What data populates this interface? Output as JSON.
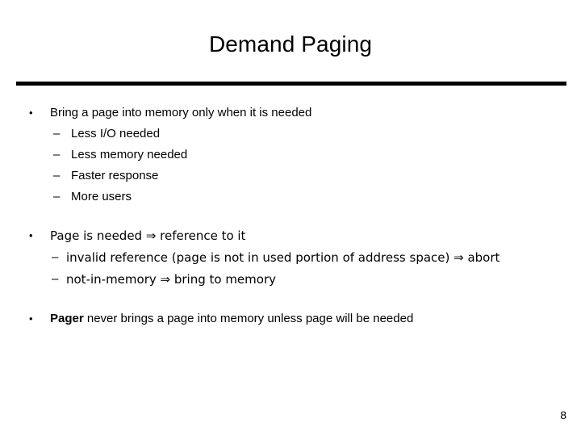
{
  "slide": {
    "title": "Demand Paging",
    "page_number": "8",
    "text_color": "#000000",
    "background_color": "#ffffff",
    "rule_color": "#000000"
  },
  "content": {
    "groups": [
      {
        "bullet_marker": "•",
        "text": "Bring a page into memory only when it is needed",
        "bold_lead": "",
        "sub_marker": "–",
        "sub_items": [
          "Less I/O needed",
          "Less memory needed",
          "Faster response",
          "More users"
        ]
      },
      {
        "bullet_marker": "•",
        "text": "Page is needed ⇒ reference to it",
        "bold_lead": "",
        "sub_marker": "–",
        "sub_items": [
          "invalid reference (page is not in used portion of address space) ⇒ abort",
          "not-in-memory ⇒ bring to memory"
        ]
      },
      {
        "bullet_marker": "•",
        "bold_lead": "Pager",
        "text": " never brings a page into memory unless page will be needed",
        "sub_marker": "–",
        "sub_items": []
      }
    ]
  }
}
